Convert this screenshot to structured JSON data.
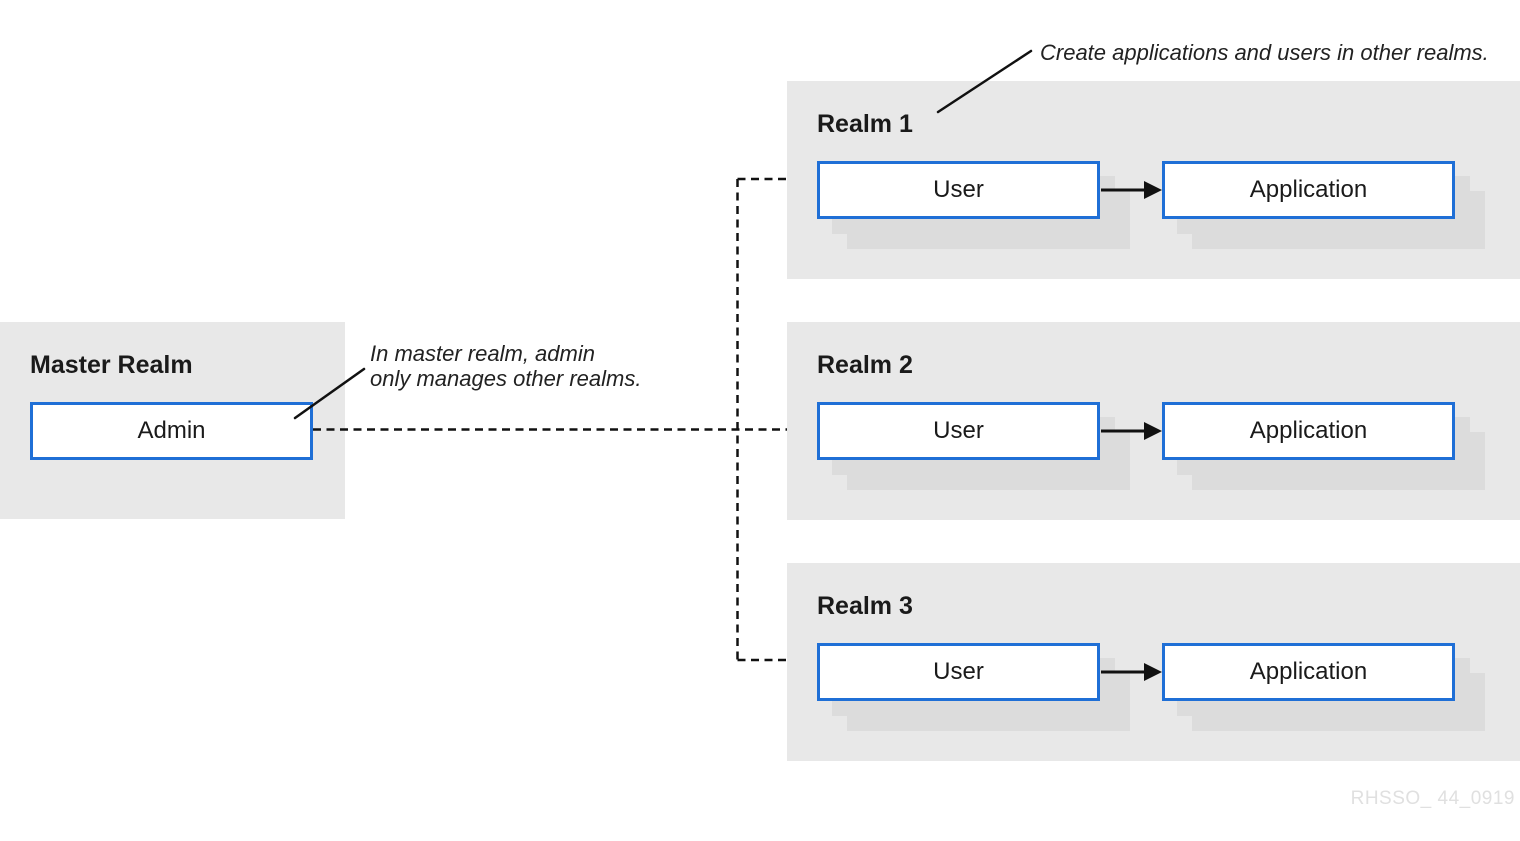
{
  "colors": {
    "panel_bg": "#e8e8e8",
    "box_shadow": "#dcdcdc",
    "box_border_blue": "#1f6fd6",
    "box_bg": "#ffffff",
    "line_black": "#111111",
    "title_text": "#1a1a1a",
    "annotation_text": "#222222",
    "watermark_text": "#e0e0e0"
  },
  "master": {
    "title": "Master Realm",
    "box_label": "Admin"
  },
  "realms": [
    {
      "title": "Realm 1",
      "user_label": "User",
      "app_label": "Application"
    },
    {
      "title": "Realm 2",
      "user_label": "User",
      "app_label": "Application"
    },
    {
      "title": "Realm 3",
      "user_label": "User",
      "app_label": "Application"
    }
  ],
  "annotations": {
    "top": "Create applications and users in other realms.",
    "left_line1": "In master realm, admin",
    "left_line2": "only manages other realms."
  },
  "watermark": "RHSSO_ 44_0919"
}
